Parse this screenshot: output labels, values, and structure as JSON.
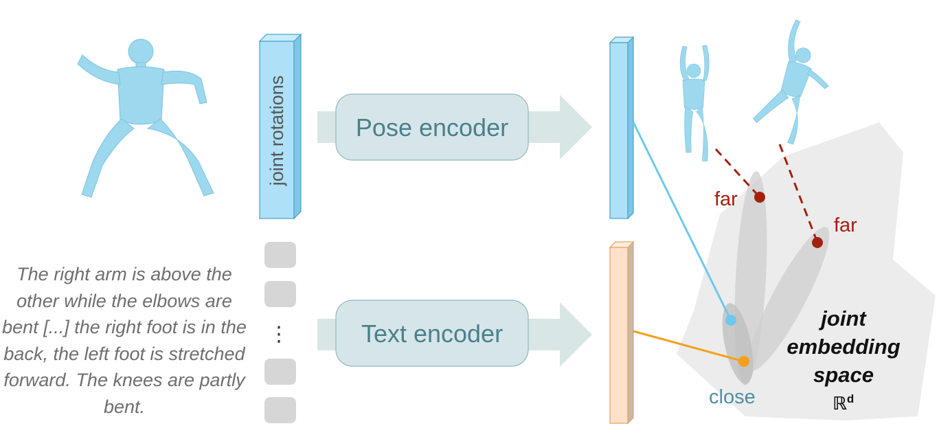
{
  "joint_rotations_label": "joint rotations",
  "pose_encoder": {
    "label": "Pose encoder"
  },
  "text_encoder": {
    "label": "Text encoder"
  },
  "caption": "The right arm is above the other while the elbows are bent [...] the right foot is in the back, the left foot is stretched forward. The knees are partly bent.",
  "token_ellipsis": "⋮",
  "embedding": {
    "title_lines": [
      "joint",
      "embedding",
      "space"
    ],
    "symbol": "ℝ",
    "symbol_sup": "d",
    "far_label_1": "far",
    "far_label_2": "far",
    "close_label": "close"
  },
  "colors": {
    "pose_vector": "#aee0f7",
    "text_vector": "#fde1c8",
    "body": "#9cd8ee",
    "encoder_box": "#d6e6e8",
    "encoder_text": "#4b7f8d",
    "arrow": "#d8e6e6",
    "far": "#a3200f",
    "close": "#4f8fa1",
    "blue_line": "#6ec8ee",
    "orange_line": "#f79f1a"
  },
  "icons": [
    "mannequin-icon"
  ]
}
